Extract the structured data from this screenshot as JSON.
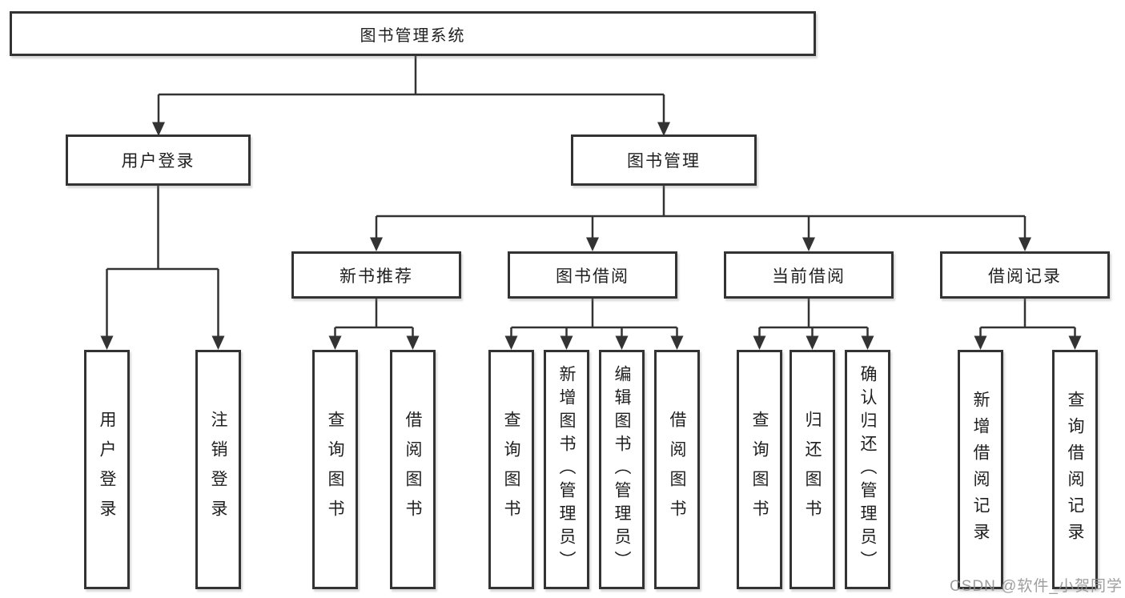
{
  "diagram": {
    "type": "tree-structure-chart",
    "watermark": "CSDN @软件_小贺同学",
    "colors": {
      "line": "#333333",
      "box_border": "#333333",
      "box_background": "#ffffff",
      "text": "#1f1f1f",
      "watermark": "#919191"
    },
    "nodes": {
      "root": "图书管理系统",
      "user_login": "用户登录",
      "book_mgmt": "图书管理",
      "new_book": "新书推荐",
      "book_borrow": "图书借阅",
      "current_borrow": "当前借阅",
      "borrow_record": "借阅记录"
    },
    "leaves": {
      "user_login_leaf": "用户登录",
      "logout": "注销登录",
      "nb_query_book": "查询图书",
      "nb_borrow_book": "借阅图书",
      "bb_query_book": "查询图书",
      "bb_add_book_admin": "新增图书（管理员）",
      "bb_edit_book_admin": "编辑图书（管理员）",
      "bb_borrow_book": "借阅图书",
      "cb_query_book": "查询图书",
      "cb_return_book": "归还图书",
      "cb_confirm_return_admin": "确认归还（管理员）",
      "br_add_record": "新增借阅记录",
      "br_query_record": "查询借阅记录"
    }
  }
}
